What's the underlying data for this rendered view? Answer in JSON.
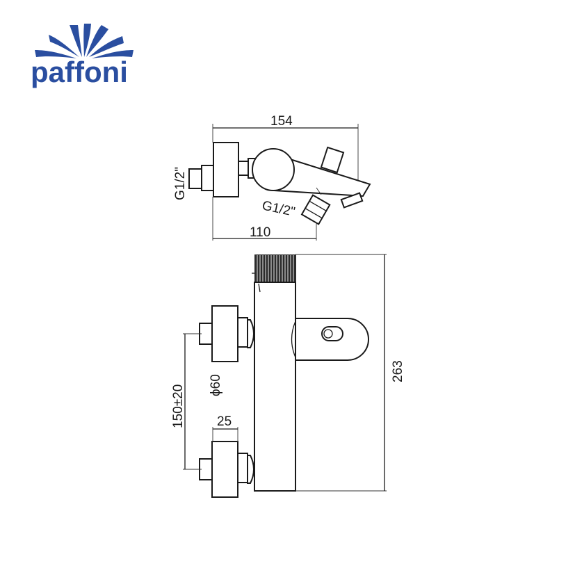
{
  "brand": {
    "name": "paffoni",
    "color": "#2a4ea0"
  },
  "top_view": {
    "overall_width": "154",
    "inlet_to_outlet": "110",
    "inlet_thread": "G1/2\"",
    "outlet_thread": "G1/2\""
  },
  "front_view": {
    "overall_height": "263",
    "inlet_spacing": "150±20",
    "flange_diameter": "ϕ60",
    "flange_depth": "25"
  },
  "colors": {
    "line": "#1a1a1a",
    "knurl": "#2b2b2b"
  }
}
